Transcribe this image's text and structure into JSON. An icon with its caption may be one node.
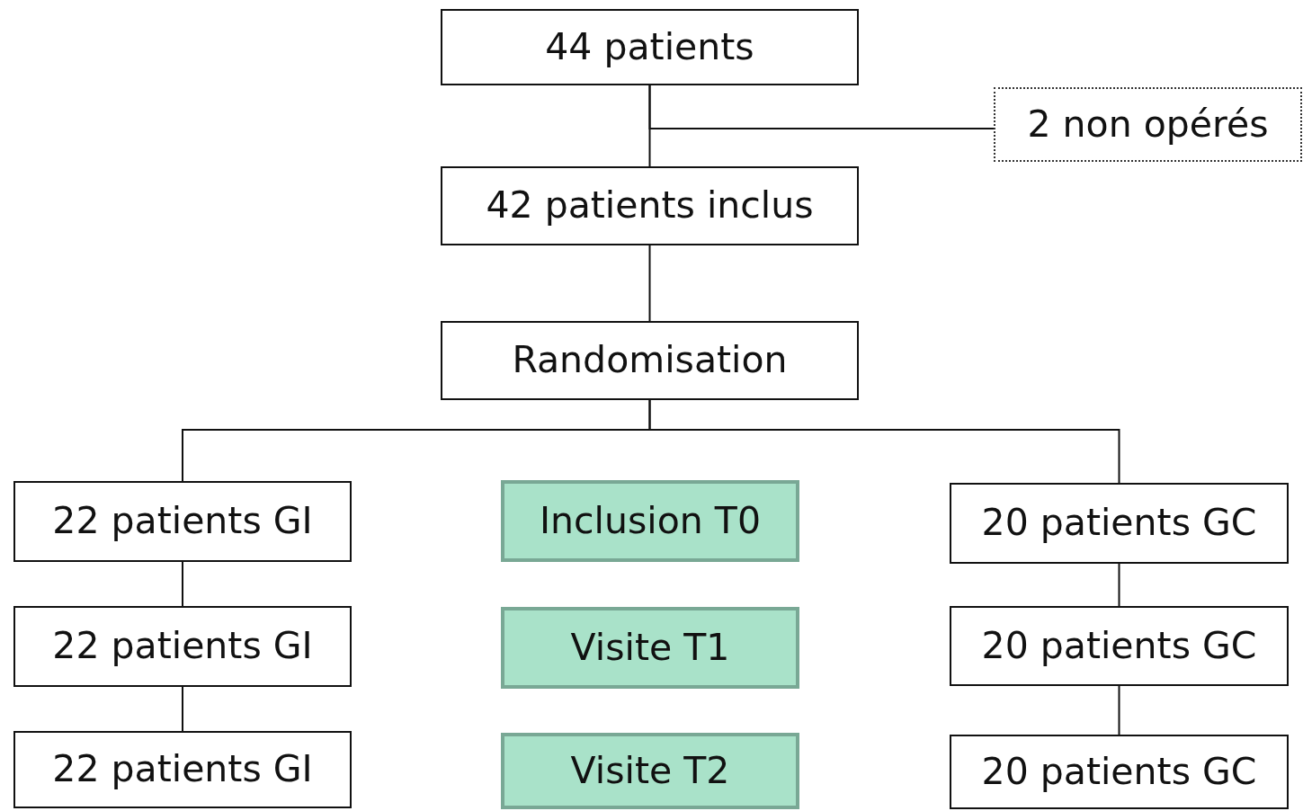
{
  "diagram": {
    "nodes": [
      {
        "text": [
          "44 patients"
        ]
      },
      {
        "text": [
          "2 non opérés"
        ]
      },
      {
        "text": [
          "42 patients inclus"
        ]
      },
      {
        "text": [
          "Randomisation"
        ]
      },
      {
        "text": [
          "22 patients GI"
        ]
      },
      {
        "text": [
          "Inclusion T0"
        ]
      },
      {
        "text": [
          "20 patients GC"
        ]
      },
      {
        "text": [
          "22 patients GI"
        ]
      },
      {
        "text": [
          "Visite T1"
        ]
      },
      {
        "text": [
          "20 patients GC"
        ]
      },
      {
        "text": [
          "22 patients GI"
        ]
      },
      {
        "text": [
          "Visite T2"
        ]
      },
      {
        "text": [
          "20 patients GC"
        ]
      }
    ],
    "edges": [
      {
        "from": 0,
        "to": 2,
        "arrow": "none"
      },
      {
        "from": 0,
        "to": 1,
        "arrow": "none"
      },
      {
        "from": 2,
        "to": 3,
        "arrow": "none"
      },
      {
        "from": 3,
        "to": 4,
        "arrow": "none"
      },
      {
        "from": 3,
        "to": 6,
        "arrow": "none"
      },
      {
        "from": 4,
        "to": 7,
        "arrow": "none"
      },
      {
        "from": 7,
        "to": 10,
        "arrow": "none"
      },
      {
        "from": 6,
        "to": 9,
        "arrow": "none"
      },
      {
        "from": 9,
        "to": 12,
        "arrow": "none"
      }
    ]
  }
}
